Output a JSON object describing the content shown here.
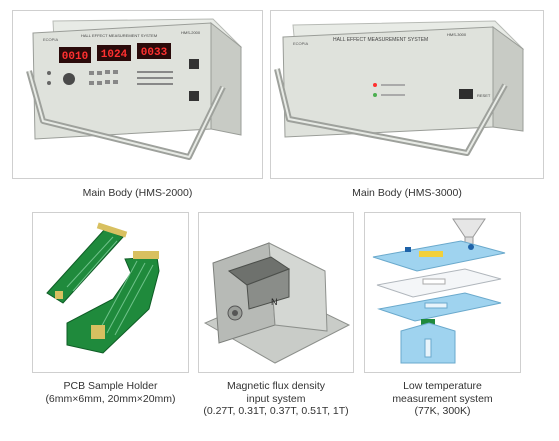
{
  "items": [
    {
      "caption": "Main Body (HMS-2000)",
      "panel": {
        "brand": "ECOPIA",
        "title": "HALL EFFECT MEASUREMENT SYSTEM",
        "model": "HMS-2000",
        "displays": [
          "0010",
          "1024",
          "0033"
        ]
      }
    },
    {
      "caption": "Main Body (HMS-3000)",
      "panel": {
        "brand": "ECOPIA",
        "title": "HALL EFFECT MEASUREMENT SYSTEM",
        "model": "HMS-3000",
        "button_label": "RESET"
      }
    },
    {
      "caption_lines": [
        "PCB Sample Holder",
        "(6mm×6mm, 20mm×20mm)"
      ]
    },
    {
      "caption_lines": [
        "Magnetic flux density",
        "input system",
        "(0.27T, 0.31T, 0.37T, 0.51T, 1T)"
      ],
      "magnet_label": "N"
    },
    {
      "caption_lines": [
        "Low temperature",
        "measurement system",
        "(77K, 300K)"
      ]
    }
  ],
  "colors": {
    "border": "#cfcfcf",
    "led": "#ff3030",
    "pcb": "#1f8a3c",
    "acrylic": "#9fd3ef"
  }
}
